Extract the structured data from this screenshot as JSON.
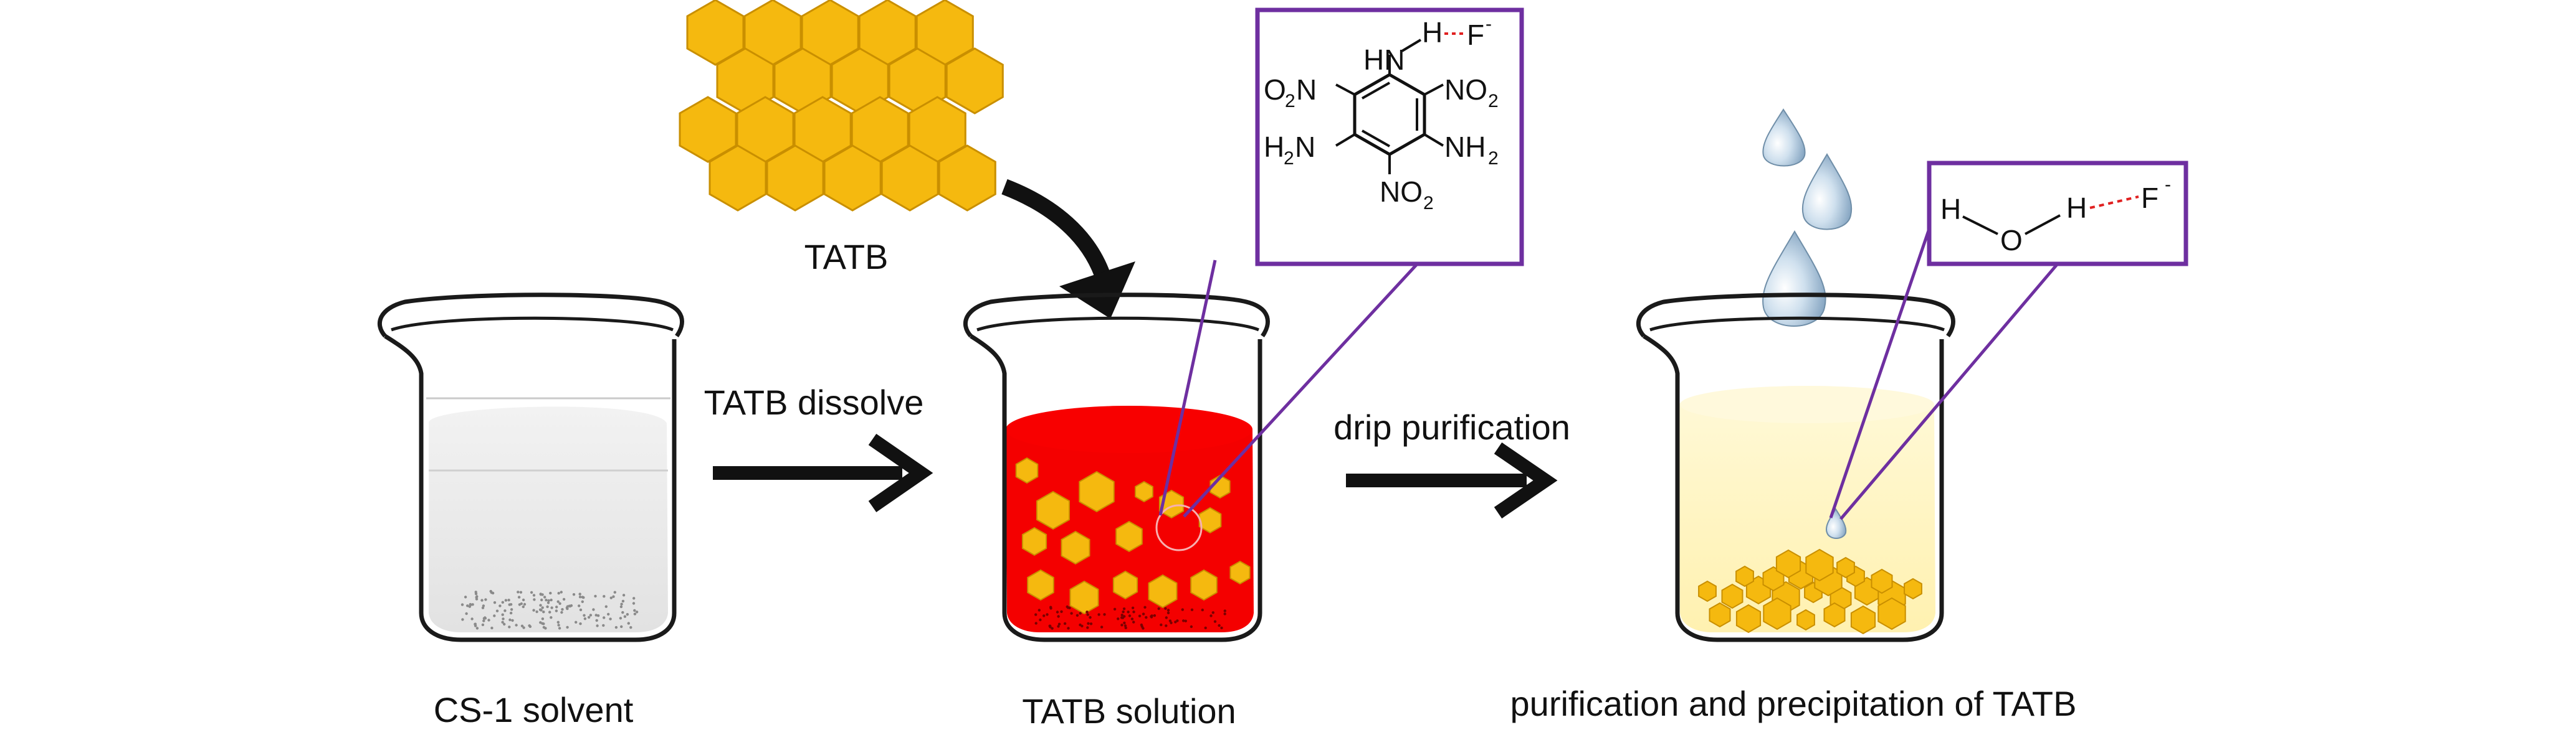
{
  "labels": {
    "tatb": "TATB",
    "step1": "TATB dissolve",
    "step2": "drip purification",
    "beaker1": "CS-1 solvent",
    "beaker2": "TATB solution",
    "beaker3": "purification and precipitation of TATB"
  },
  "molecule": {
    "hn": "HN",
    "h": "H",
    "f": "F",
    "minus": "-",
    "o2n": "O",
    "o2n_sub": "2",
    "o2n_n": "N",
    "no2_right": "NO",
    "no2_right_sub": "2",
    "h2n": "H",
    "h2n_sub": "2",
    "h2n_n": "N",
    "nh2": "NH",
    "nh2_sub": "2",
    "no2_bottom": "NO",
    "no2_bottom_sub": "2"
  },
  "water_inset": {
    "h_left": "H",
    "o": "O",
    "h_right": "H",
    "f": "F",
    "minus": "-"
  },
  "colors": {
    "crystal": "#F5B90F",
    "crystal_edge": "#C98F00",
    "solution_red": "#F40000",
    "solution_yellow": "#FFF6C8",
    "inset_border": "#6E2FA0",
    "hbond": "#E02020",
    "arrow": "#111111",
    "drop": "#A9C4DA"
  }
}
